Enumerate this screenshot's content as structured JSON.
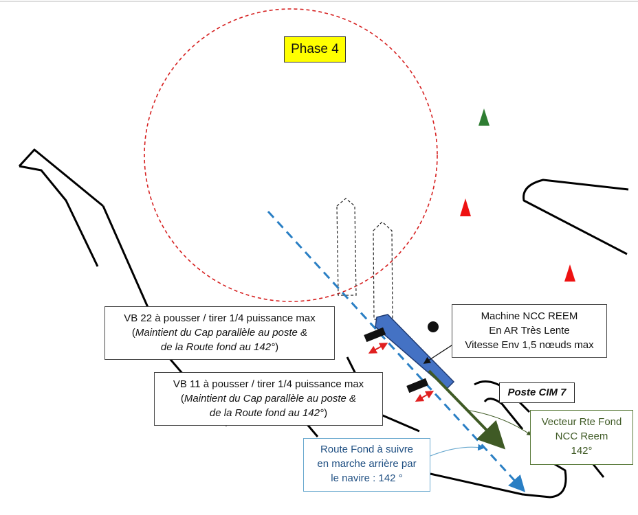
{
  "phase_label": "Phase 4",
  "vb22": {
    "line1": "VB 22 à pousser / tirer 1/4 puissance max",
    "line2_open": "(",
    "line2_italic": "Maintient du Cap parallèle au poste &",
    "line3_italic": "de la Route fond au 142°",
    "line3_close": ")"
  },
  "vb11": {
    "line1": "VB 11 à pousser / tirer 1/4 puissance max",
    "line2_open": "(",
    "line2_italic": "Maintient du Cap parallèle au poste &",
    "line3_italic": "de la Route fond au 142°",
    "line3_close": ")"
  },
  "machine": {
    "line1": "Machine NCC REEM",
    "line2": "En AR Très Lente",
    "line3": "Vitesse Env 1,5 nœuds max"
  },
  "poste": "Poste CIM 7",
  "vecteur": {
    "line1": "Vecteur Rte Fond",
    "line2": "NCC Reem",
    "line3": "142°"
  },
  "route": {
    "line1": "Route Fond à suivre",
    "line2": "en marche arrière par",
    "line3": "le navire : 142 °"
  },
  "colors": {
    "turning_circle": "#d62020",
    "route_line": "#2a7fc4",
    "ship_fill": "#4472c4",
    "vector_arrow": "#3f5a25",
    "buoy_green": "#2e7d32",
    "buoy_red": "#ee1111",
    "phase_bg": "#ffff00"
  }
}
